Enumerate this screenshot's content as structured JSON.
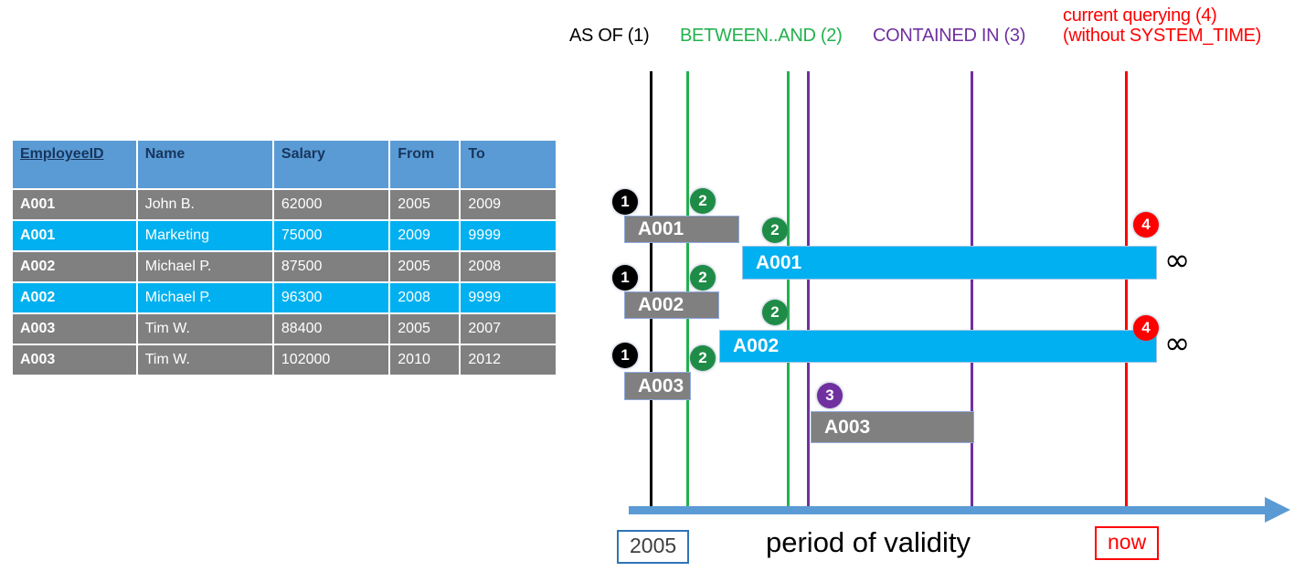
{
  "table": {
    "columns": [
      "EmployeeID",
      "Name",
      "Salary",
      "From",
      "To"
    ],
    "rows": [
      {
        "id": "A001",
        "name": "John  B.",
        "salary": "62000",
        "from": "2005",
        "to": "2009",
        "style": "gray"
      },
      {
        "id": "A001",
        "name": "Marketing",
        "salary": "75000",
        "from": "2009",
        "to": "9999",
        "style": "cyan"
      },
      {
        "id": "A002",
        "name": "Michael P.",
        "salary": "87500",
        "from": "2005",
        "to": "2008",
        "style": "gray"
      },
      {
        "id": "A002",
        "name": "Michael P.",
        "salary": "96300",
        "from": "2008",
        "to": "9999",
        "style": "cyan"
      },
      {
        "id": "A003",
        "name": "Tim W.",
        "salary": "88400",
        "from": "2005",
        "to": "2007",
        "style": "gray"
      },
      {
        "id": "A003",
        "name": "Tim W.",
        "salary": "102000",
        "from": "2010",
        "to": "2012",
        "style": "gray"
      }
    ]
  },
  "legend": {
    "as_of": "AS OF (1)",
    "between_and": "BETWEEN..AND (2)",
    "contained_in": "CONTAINED IN (3)",
    "current_line1": "current querying (4)",
    "current_line2": "(without SYSTEM_TIME)"
  },
  "colors": {
    "as_of": "#000000",
    "between_and": "#22b14c",
    "contained_in": "#7030a0",
    "current": "#ff0000",
    "row_gray": "#808080",
    "row_cyan": "#00b0f0",
    "header_blue": "#5b9bd5",
    "axis_blue": "#5b9bd5"
  },
  "bars": {
    "a001_gray": "A001",
    "a001_cyan": "A001",
    "a002_gray": "A002",
    "a002_cyan": "A002",
    "a003_gray1": "A003",
    "a003_gray2": "A003"
  },
  "badges": {
    "one": "1",
    "two": "2",
    "three": "3",
    "four": "4"
  },
  "symbols": {
    "infinity": "∞"
  },
  "axis": {
    "start_label": "2005",
    "title": "period of validity",
    "end_label": "now"
  }
}
